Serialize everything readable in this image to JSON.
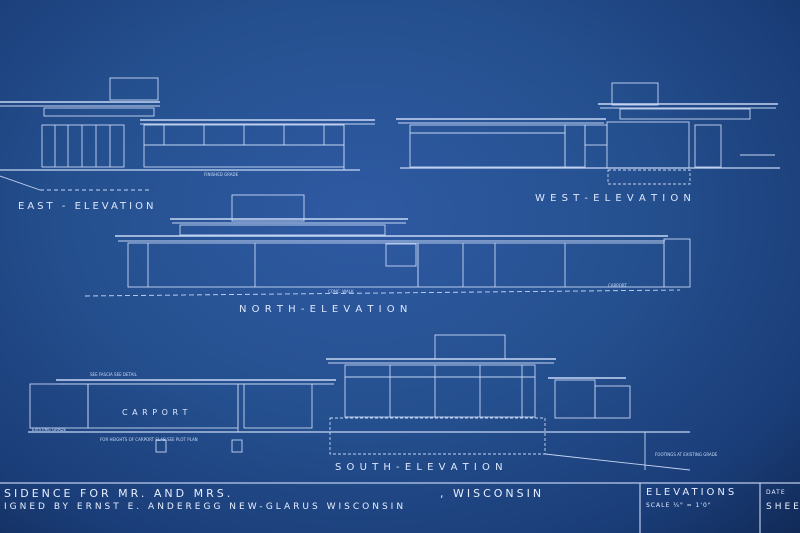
{
  "labels": {
    "east": "EAST - ELEVATION",
    "west": "W E S T - E L E V A T I O N",
    "north": "N O R T H - E L E V A T I O N",
    "south": "S O U T H - E L E V A T I O N",
    "carport": "C A R P O R T"
  },
  "title_block": {
    "residence": "SIDENCE  FOR  MR. AND MRS.",
    "wisconsin": ", WISCONSIN",
    "designed": "IGNED  BY  ERNST  E.  ANDEREGG     NEW-GLARUS  WISCONSIN",
    "elevations": "ELEVATIONS",
    "scale": "SCALE ¼\" = 1'0\"",
    "date": "DATE",
    "sheet": "SHEE"
  },
  "notes": {
    "finished_grade": "FINISHED GRADE",
    "carport_note": "CARPORT",
    "fascia": "SEE FASCIA SEE DETAIL",
    "existing_grade": "EXISTING GRADE",
    "footings": "FOOTINGS AT EXISTING GRADE",
    "slab_note": "FOR HEIGHTS OF CARPORT SLAB SEE PLOT PLAN",
    "walk": "CONC. WALK"
  }
}
